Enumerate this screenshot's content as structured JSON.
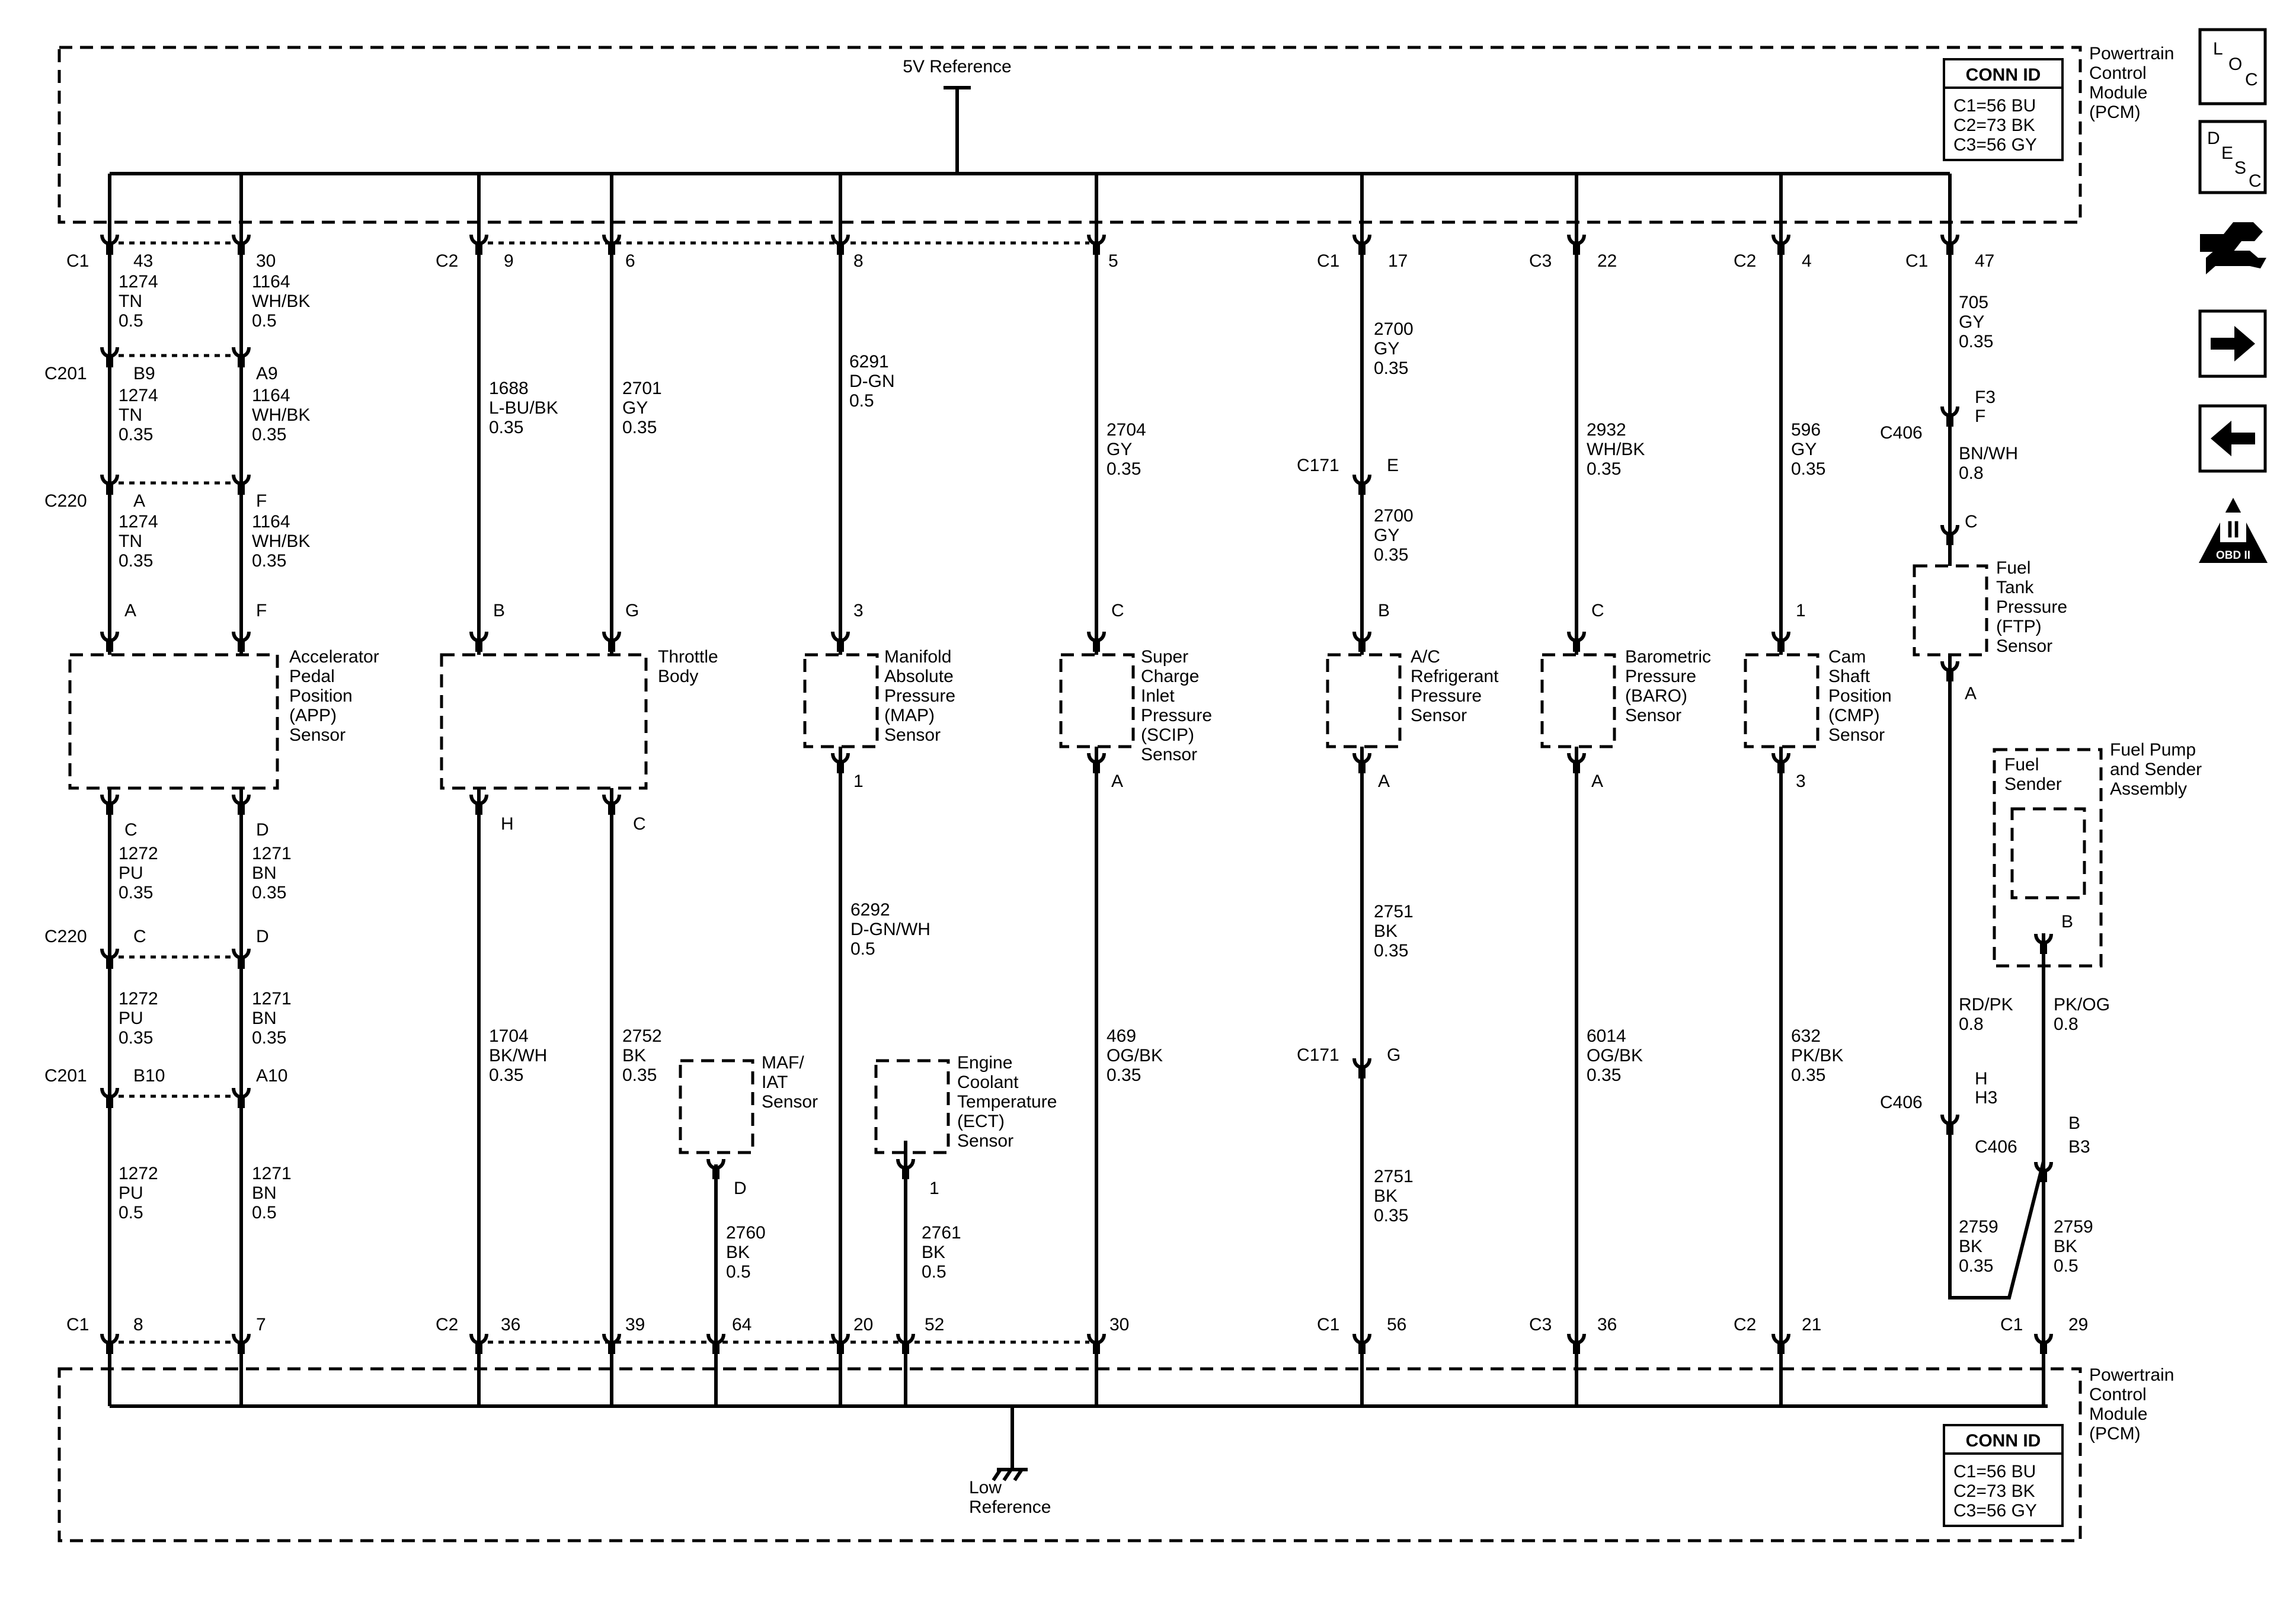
{
  "pcm_top": {
    "name": [
      "Powertrain",
      "Control",
      "Module",
      "(PCM)"
    ],
    "reference": "5V Reference",
    "conn_id": {
      "title": "CONN ID",
      "rows": [
        "C1=56 BU",
        "C2=73 BK",
        "C3=56 GY"
      ]
    }
  },
  "pcm_bottom": {
    "name": [
      "Powertrain",
      "Control",
      "Module",
      "(PCM)"
    ],
    "reference": [
      "Low",
      "Reference"
    ],
    "conn_id": {
      "title": "CONN ID",
      "rows": [
        "C1=56 BU",
        "C2=73 BK",
        "C3=56 GY"
      ]
    }
  },
  "sidebar": {
    "loc": [
      "L",
      "O",
      "C"
    ],
    "desc": [
      "D",
      "E",
      "S",
      "C"
    ],
    "obd": {
      "numeral": "II",
      "label": "OBD II"
    }
  },
  "components": [
    {
      "id": "app",
      "name": [
        "Accelerator",
        "Pedal",
        "Position",
        "(APP)",
        "Sensor"
      ]
    },
    {
      "id": "tb",
      "name": [
        "Throttle",
        "Body"
      ]
    },
    {
      "id": "map",
      "name": [
        "Manifold",
        "Absolute",
        "Pressure",
        "(MAP)",
        "Sensor"
      ]
    },
    {
      "id": "scip",
      "name": [
        "Super",
        "Charge",
        "Inlet",
        "Pressure",
        "(SCIP)",
        "Sensor"
      ]
    },
    {
      "id": "ac",
      "name": [
        "A/C",
        "Refrigerant",
        "Pressure",
        "Sensor"
      ]
    },
    {
      "id": "baro",
      "name": [
        "Barometric",
        "Pressure",
        "(BARO)",
        "Sensor"
      ]
    },
    {
      "id": "cmp",
      "name": [
        "Cam",
        "Shaft",
        "Position",
        "(CMP)",
        "Sensor"
      ]
    },
    {
      "id": "ftp",
      "name": [
        "Fuel",
        "Tank",
        "Pressure",
        "(FTP)",
        "Sensor"
      ]
    },
    {
      "id": "maf",
      "name": [
        "MAF/",
        "IAT",
        "Sensor"
      ]
    },
    {
      "id": "ect",
      "name": [
        "Engine",
        "Coolant",
        "Temperature",
        "(ECT)",
        "Sensor"
      ]
    },
    {
      "id": "fs",
      "name": [
        "Fuel",
        "Sender"
      ]
    },
    {
      "id": "fpa",
      "name": [
        "Fuel Pump",
        "and Sender",
        "Assembly"
      ]
    }
  ],
  "labels": [
    {
      "id": "l_c1_a",
      "text": "C1"
    },
    {
      "id": "l_p43",
      "text": "43"
    },
    {
      "id": "l_p30",
      "text": "30"
    },
    {
      "id": "l_c2_a",
      "text": "C2"
    },
    {
      "id": "l_p9",
      "text": "9"
    },
    {
      "id": "l_p6",
      "text": "6"
    },
    {
      "id": "l_p8",
      "text": "8"
    },
    {
      "id": "l_p5",
      "text": "5"
    },
    {
      "id": "l_c1_b",
      "text": "C1"
    },
    {
      "id": "l_p17",
      "text": "17"
    },
    {
      "id": "l_c3_a",
      "text": "C3"
    },
    {
      "id": "l_p22",
      "text": "22"
    },
    {
      "id": "l_c2_b",
      "text": "C2"
    },
    {
      "id": "l_p4",
      "text": "4"
    },
    {
      "id": "l_c1_c",
      "text": "C1"
    },
    {
      "id": "l_p47",
      "text": "47"
    },
    {
      "id": "l_c201_a",
      "text": "C201"
    },
    {
      "id": "l_b9",
      "text": "B9"
    },
    {
      "id": "l_a9",
      "text": "A9"
    },
    {
      "id": "l_c220_a",
      "text": "C220"
    },
    {
      "id": "l_a_c220",
      "text": "A"
    },
    {
      "id": "l_f_c220",
      "text": "F"
    },
    {
      "id": "l_a_app",
      "text": "A"
    },
    {
      "id": "l_f_app",
      "text": "F"
    },
    {
      "id": "l_b_tb",
      "text": "B"
    },
    {
      "id": "l_g_tb",
      "text": "G"
    },
    {
      "id": "l_3_map",
      "text": "3"
    },
    {
      "id": "l_c_scip",
      "text": "C"
    },
    {
      "id": "l_c171_a",
      "text": "C171"
    },
    {
      "id": "l_e_c171",
      "text": "E"
    },
    {
      "id": "l_b_ac",
      "text": "B"
    },
    {
      "id": "l_c_baro",
      "text": "C"
    },
    {
      "id": "l_1_cmp",
      "text": "1"
    },
    {
      "id": "l_c406_a",
      "text": "C406"
    },
    {
      "id": "l_f3",
      "text": "F3"
    },
    {
      "id": "l_f_c406",
      "text": "F"
    },
    {
      "id": "l_c_ftp",
      "text": "C"
    },
    {
      "id": "l_a_ftp",
      "text": "A"
    },
    {
      "id": "l_c_app",
      "text": "C"
    },
    {
      "id": "l_d_app",
      "text": "D"
    },
    {
      "id": "l_h_tb",
      "text": "H"
    },
    {
      "id": "l_c_tb",
      "text": "C"
    },
    {
      "id": "l_1_map",
      "text": "1"
    },
    {
      "id": "l_a_scip",
      "text": "A"
    },
    {
      "id": "l_a_ac",
      "text": "A"
    },
    {
      "id": "l_a_baro",
      "text": "A"
    },
    {
      "id": "l_3_cmp",
      "text": "3"
    },
    {
      "id": "l_c220_b",
      "text": "C220"
    },
    {
      "id": "l_c_c220",
      "text": "C"
    },
    {
      "id": "l_d_c220",
      "text": "D"
    },
    {
      "id": "l_b_fs",
      "text": "B"
    },
    {
      "id": "l_c201_b",
      "text": "C201"
    },
    {
      "id": "l_b10",
      "text": "B10"
    },
    {
      "id": "l_a10",
      "text": "A10"
    },
    {
      "id": "l_c171_b",
      "text": "C171"
    },
    {
      "id": "l_g_c171",
      "text": "G"
    },
    {
      "id": "l_c406_b",
      "text": "C406"
    },
    {
      "id": "l_h",
      "text": "H"
    },
    {
      "id": "l_h3",
      "text": "H3"
    },
    {
      "id": "l_c406_c",
      "text": "C406"
    },
    {
      "id": "l_b_c406",
      "text": "B"
    },
    {
      "id": "l_b3",
      "text": "B3"
    },
    {
      "id": "l_d_maf",
      "text": "D"
    },
    {
      "id": "l_1_ect",
      "text": "1"
    },
    {
      "id": "l_c1_d",
      "text": "C1"
    },
    {
      "id": "l_p8b",
      "text": "8"
    },
    {
      "id": "l_p7",
      "text": "7"
    },
    {
      "id": "l_c2_c",
      "text": "C2"
    },
    {
      "id": "l_p36",
      "text": "36"
    },
    {
      "id": "l_p39",
      "text": "39"
    },
    {
      "id": "l_p64",
      "text": "64"
    },
    {
      "id": "l_p20",
      "text": "20"
    },
    {
      "id": "l_p52",
      "text": "52"
    },
    {
      "id": "l_p30b",
      "text": "30"
    },
    {
      "id": "l_c1_e",
      "text": "C1"
    },
    {
      "id": "l_p56",
      "text": "56"
    },
    {
      "id": "l_c3_b",
      "text": "C3"
    },
    {
      "id": "l_p36b",
      "text": "36"
    },
    {
      "id": "l_c2_d",
      "text": "C2"
    },
    {
      "id": "l_p21",
      "text": "21"
    },
    {
      "id": "l_c1_f",
      "text": "C1"
    },
    {
      "id": "l_p29",
      "text": "29"
    }
  ],
  "wires": [
    {
      "id": "w1",
      "lines": [
        "1274",
        "TN",
        "0.5"
      ]
    },
    {
      "id": "w2",
      "lines": [
        "1164",
        "WH/BK",
        "0.5"
      ]
    },
    {
      "id": "w3",
      "lines": [
        "1274",
        "TN",
        "0.35"
      ]
    },
    {
      "id": "w4",
      "lines": [
        "1164",
        "WH/BK",
        "0.35"
      ]
    },
    {
      "id": "w5",
      "lines": [
        "1274",
        "TN",
        "0.35"
      ]
    },
    {
      "id": "w6",
      "lines": [
        "1164",
        "WH/BK",
        "0.35"
      ]
    },
    {
      "id": "w7",
      "lines": [
        "1688",
        "L-BU/BK",
        "0.35"
      ]
    },
    {
      "id": "w8",
      "lines": [
        "2701",
        "GY",
        "0.35"
      ]
    },
    {
      "id": "w9",
      "lines": [
        "6291",
        "D-GN",
        "0.5"
      ]
    },
    {
      "id": "w10",
      "lines": [
        "2704",
        "GY",
        "0.35"
      ]
    },
    {
      "id": "w11",
      "lines": [
        "2700",
        "GY",
        "0.35"
      ]
    },
    {
      "id": "w12",
      "lines": [
        "2700",
        "GY",
        "0.35"
      ]
    },
    {
      "id": "w13",
      "lines": [
        "2932",
        "WH/BK",
        "0.35"
      ]
    },
    {
      "id": "w14",
      "lines": [
        "596",
        "GY",
        "0.35"
      ]
    },
    {
      "id": "w15",
      "lines": [
        "705",
        "GY",
        "0.35"
      ]
    },
    {
      "id": "w16",
      "lines": [
        "BN/WH",
        "0.8"
      ]
    },
    {
      "id": "w17",
      "lines": [
        "1272",
        "PU",
        "0.35"
      ]
    },
    {
      "id": "w18",
      "lines": [
        "1271",
        "BN",
        "0.35"
      ]
    },
    {
      "id": "w19",
      "lines": [
        "1272",
        "PU",
        "0.35"
      ]
    },
    {
      "id": "w20",
      "lines": [
        "1271",
        "BN",
        "0.35"
      ]
    },
    {
      "id": "w21",
      "lines": [
        "1272",
        "PU",
        "0.5"
      ]
    },
    {
      "id": "w22",
      "lines": [
        "1271",
        "BN",
        "0.5"
      ]
    },
    {
      "id": "w23",
      "lines": [
        "1704",
        "BK/WH",
        "0.35"
      ]
    },
    {
      "id": "w24",
      "lines": [
        "2752",
        "BK",
        "0.35"
      ]
    },
    {
      "id": "w25",
      "lines": [
        "6292",
        "D-GN/WH",
        "0.5"
      ]
    },
    {
      "id": "w26",
      "lines": [
        "469",
        "OG/BK",
        "0.35"
      ]
    },
    {
      "id": "w27",
      "lines": [
        "2751",
        "BK",
        "0.35"
      ]
    },
    {
      "id": "w28",
      "lines": [
        "2751",
        "BK",
        "0.35"
      ]
    },
    {
      "id": "w29",
      "lines": [
        "6014",
        "OG/BK",
        "0.35"
      ]
    },
    {
      "id": "w30",
      "lines": [
        "632",
        "PK/BK",
        "0.35"
      ]
    },
    {
      "id": "w31",
      "lines": [
        "RD/PK",
        "0.8"
      ]
    },
    {
      "id": "w32",
      "lines": [
        "PK/OG",
        "0.8"
      ]
    },
    {
      "id": "w33",
      "lines": [
        "2759",
        "BK",
        "0.35"
      ]
    },
    {
      "id": "w34",
      "lines": [
        "2759",
        "BK",
        "0.5"
      ]
    },
    {
      "id": "w35",
      "lines": [
        "2760",
        "BK",
        "0.5"
      ]
    },
    {
      "id": "w36",
      "lines": [
        "2761",
        "BK",
        "0.5"
      ]
    }
  ]
}
